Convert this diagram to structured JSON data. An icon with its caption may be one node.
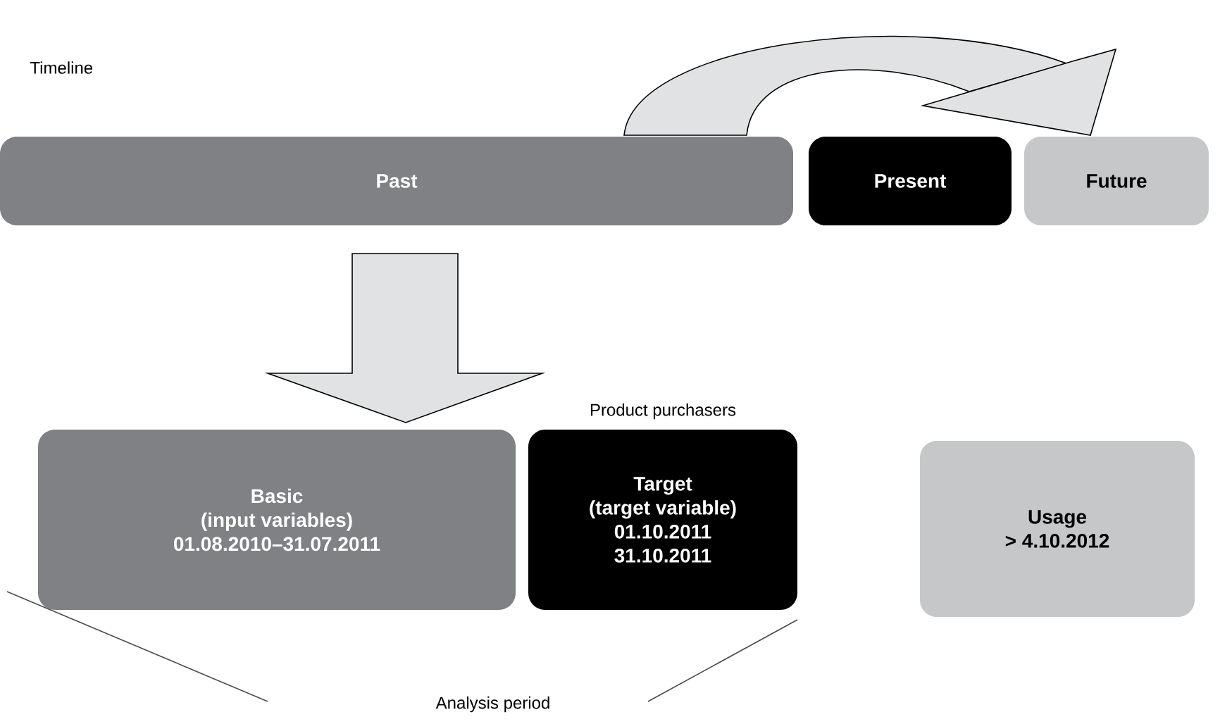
{
  "diagram": {
    "nodes": [
      {
        "text": [
          "Past"
        ]
      },
      {
        "text": [
          "Present"
        ]
      },
      {
        "text": [
          "Future"
        ]
      },
      {
        "text": [
          "Basic",
          "(input variables)",
          "01.08.2010–31.07.2011"
        ]
      },
      {
        "text": [
          "Target",
          "(target variable)",
          "01.10.2011",
          "31.10.2011"
        ],
        "beside": [
          "Product purchasers"
        ]
      },
      {
        "text": [
          "Usage",
          "> 4.10.2012"
        ]
      }
    ],
    "edges": [
      {
        "from": 0,
        "to": 2,
        "arrow": "to"
      },
      {
        "from": 0,
        "to": 3,
        "arrow": "to"
      }
    ],
    "labels": [
      "Timeline",
      "Analysis period"
    ]
  }
}
